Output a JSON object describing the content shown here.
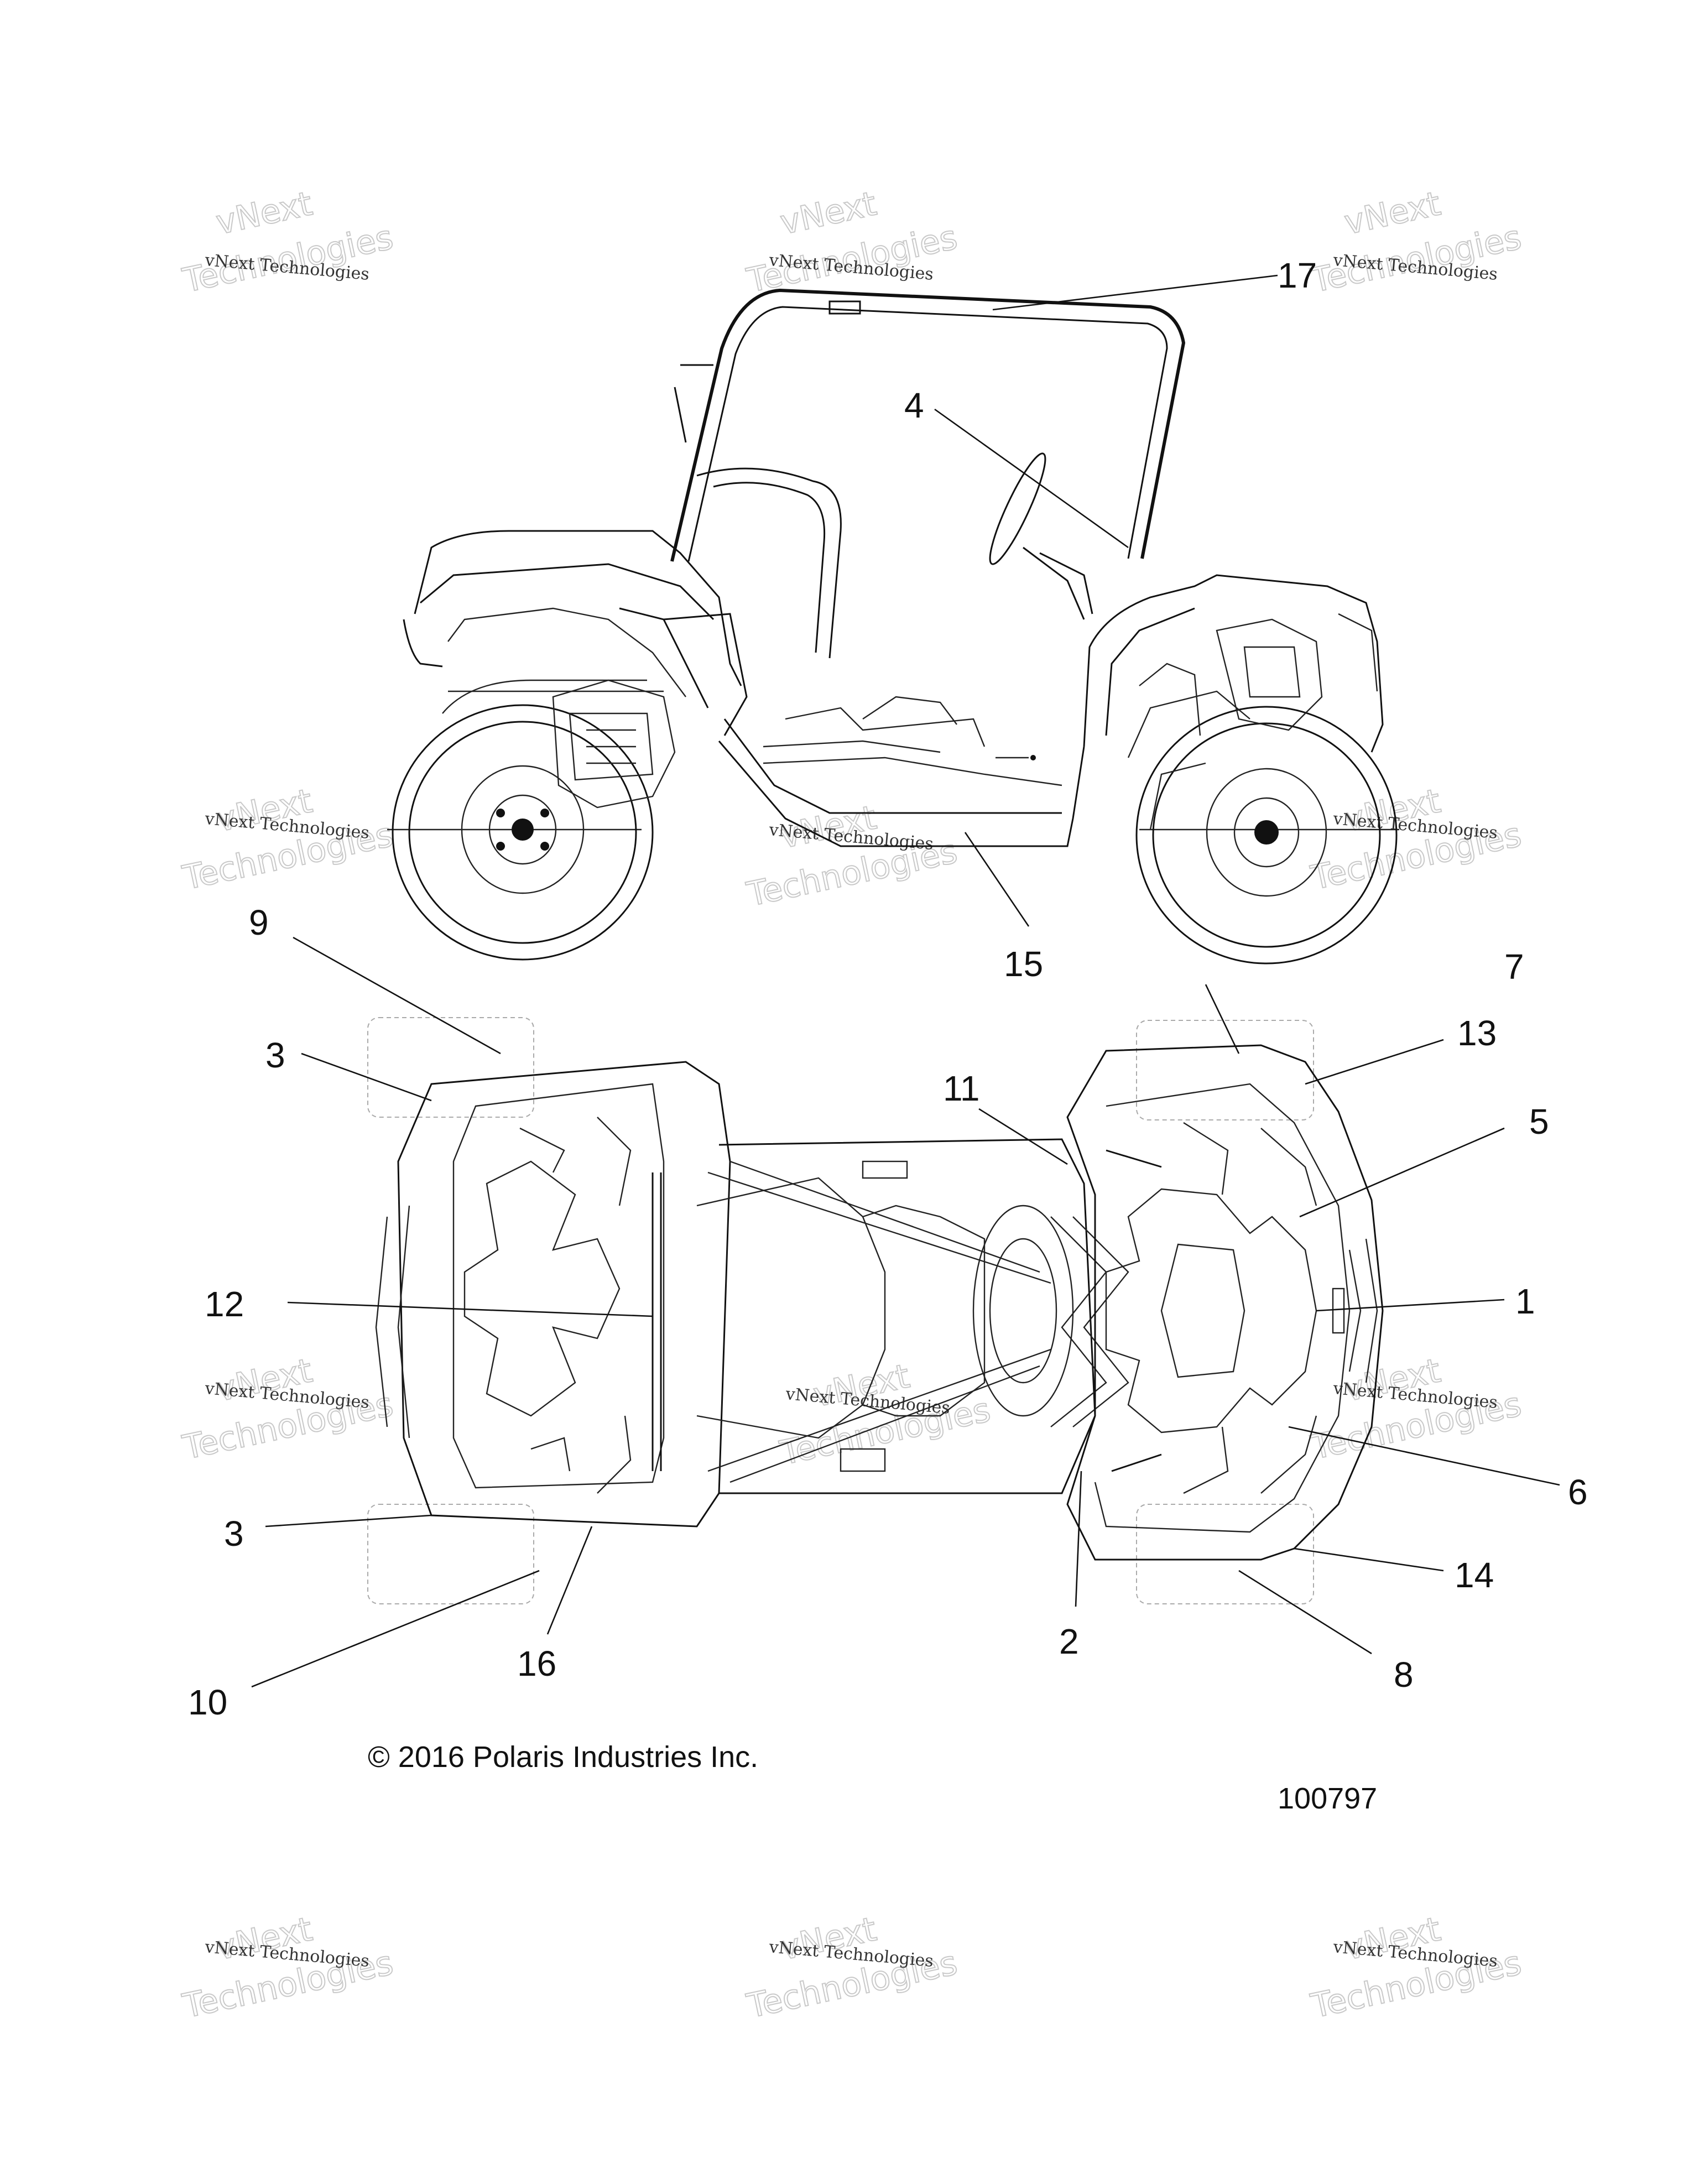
{
  "callouts": {
    "c17": "17",
    "c4": "4",
    "c15": "15",
    "c9": "9",
    "c3a": "3",
    "c12": "12",
    "c3b": "3",
    "c10": "10",
    "c16": "16",
    "c11": "11",
    "c7": "7",
    "c13": "13",
    "c5": "5",
    "c1": "1",
    "c6": "6",
    "c14": "14",
    "c2": "2",
    "c8": "8"
  },
  "footer": {
    "copyright": "© 2016 Polaris Industries Inc.",
    "drawing_number": "100797"
  },
  "watermark": {
    "line1": "vNext Technologies",
    "line2": "vNext",
    "line3": "Technologies"
  }
}
